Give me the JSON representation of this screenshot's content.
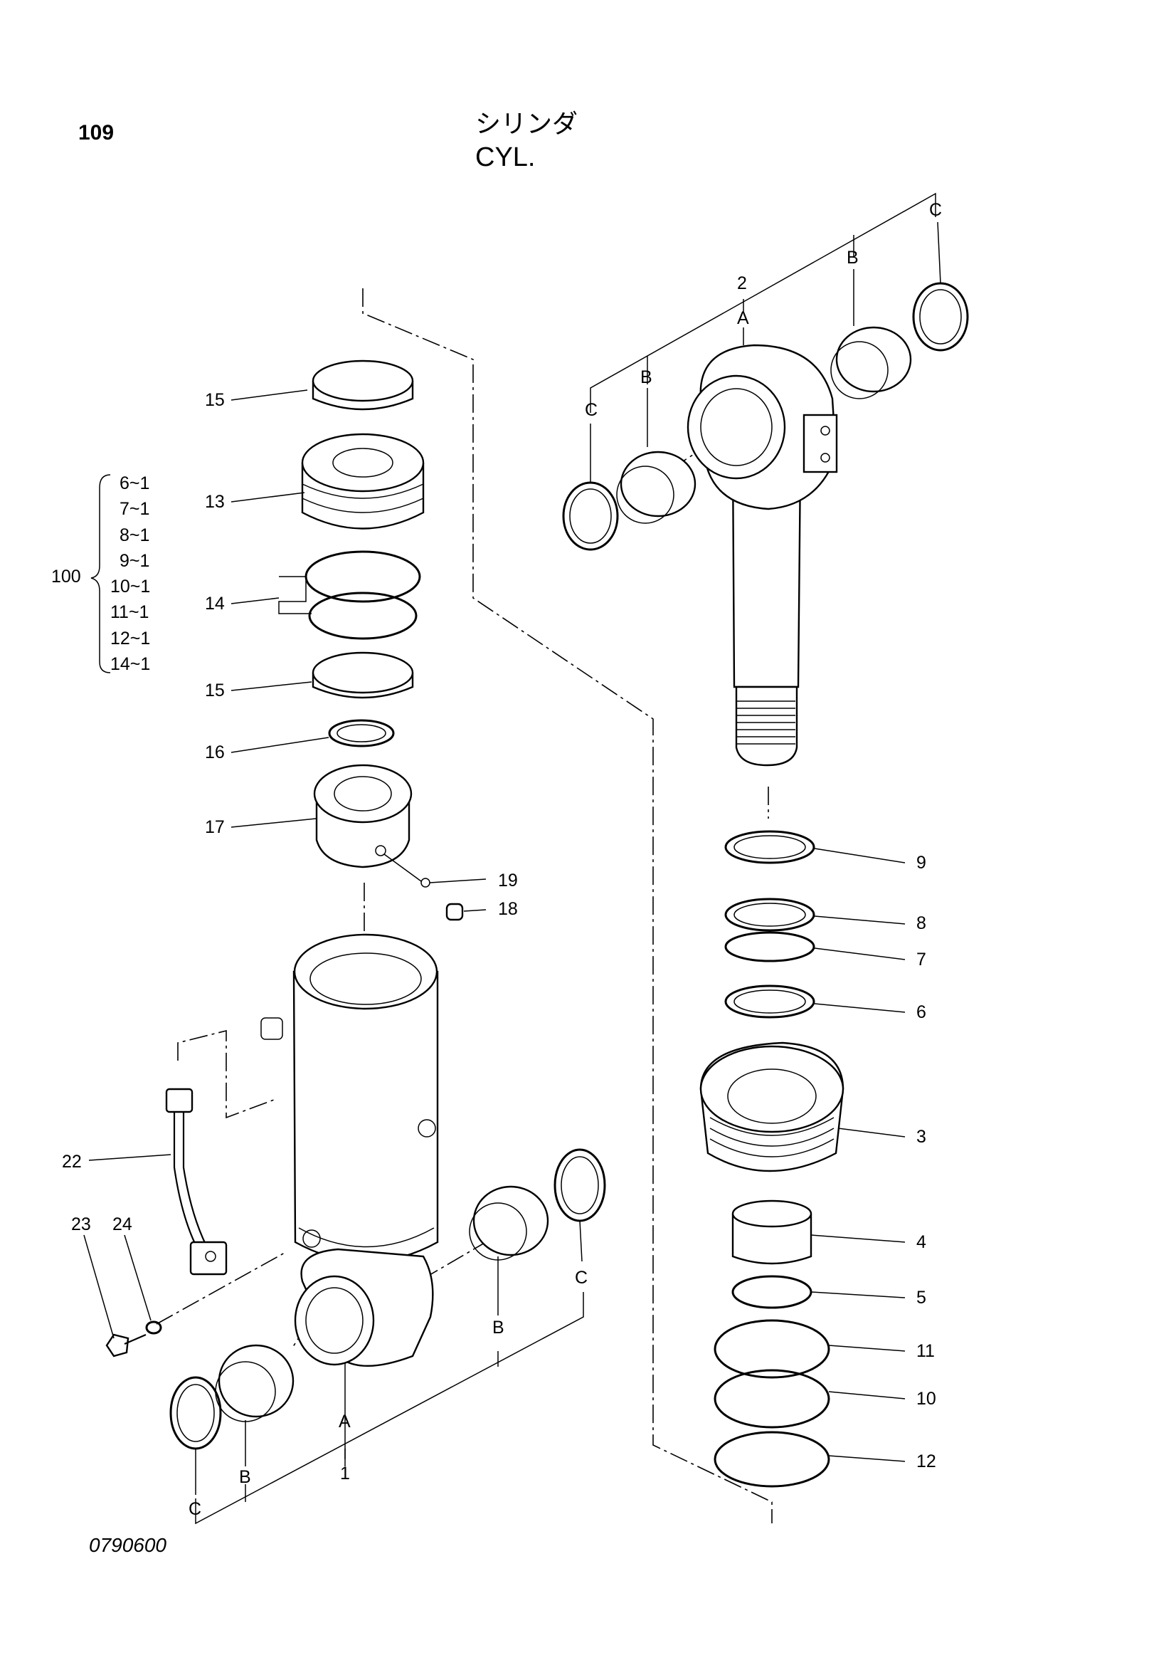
{
  "header": {
    "page_number": "109",
    "title_jp": "シリンダ",
    "title_en": "CYL."
  },
  "footer": {
    "drawing_number": "0790600"
  },
  "kit": {
    "label": "100",
    "members": [
      "6~1",
      "7~1",
      "8~1",
      "9~1",
      "10~1",
      "11~1",
      "12~1",
      "14~1"
    ]
  },
  "callouts": {
    "p1": "1",
    "p2": "2",
    "p3": "3",
    "p4": "4",
    "p5": "5",
    "p6": "6",
    "p7": "7",
    "p8": "8",
    "p9": "9",
    "p10": "10",
    "p11": "11",
    "p12": "12",
    "p13": "13",
    "p14": "14",
    "p15a": "15",
    "p15b": "15",
    "p16": "16",
    "p17": "17",
    "p18": "18",
    "p19": "19",
    "p22": "22",
    "p23": "23",
    "p24": "24"
  },
  "letters": {
    "a": "A",
    "b": "B",
    "c": "C"
  }
}
